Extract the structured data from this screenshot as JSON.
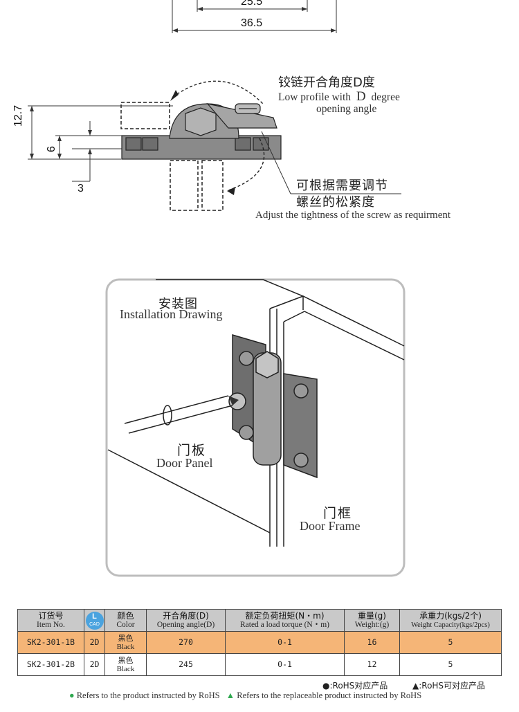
{
  "dimensions": {
    "top_inner": "25.5",
    "top_outer": "36.5",
    "height_total": "12.7",
    "height_mid": "6",
    "offset": "3"
  },
  "angle_note": {
    "cn": "铰链开合角度D度",
    "en_line1": "Low profile with",
    "en_d": "D",
    "en_degree": "degree",
    "en_line2": "opening angle"
  },
  "screw_note": {
    "cn_line1": "可根据需要调节",
    "cn_line2": "螺丝的松紧度",
    "en": "Adjust the tightness of the screw as requirment"
  },
  "install": {
    "title_cn": "安装图",
    "title_en": "Installation Drawing",
    "door_panel_cn": "门板",
    "door_panel_en": "Door Panel",
    "door_frame_cn": "门框",
    "door_frame_en": "Door Frame"
  },
  "table": {
    "headers": [
      {
        "cn": "订货号",
        "en": "Item No."
      },
      {
        "cn": "",
        "en": ""
      },
      {
        "cn": "颜色",
        "en": "Color"
      },
      {
        "cn": "开合角度(D)",
        "en": "Opening angle(D)"
      },
      {
        "cn": "额定负荷扭矩(N・m)",
        "en": "Rated a load torque (N・m)"
      },
      {
        "cn": "重量(g)",
        "en": "Weight:(g)"
      },
      {
        "cn": "承重力(kgs/2个)",
        "en": "Weight Capacity(kgs/2pcs)"
      }
    ],
    "badge_top": "L",
    "badge_bottom": "CAD",
    "rows": [
      {
        "item": "SK2-301-1B",
        "d": "2D",
        "color_cn": "黑色",
        "color_en": "Black",
        "angle": "270",
        "torque": "0-1",
        "weight": "16",
        "capacity": "5",
        "highlight": true
      },
      {
        "item": "SK2-301-2B",
        "d": "2D",
        "color_cn": "黑色",
        "color_en": "Black",
        "angle": "245",
        "torque": "0-1",
        "weight": "12",
        "capacity": "5",
        "highlight": false
      }
    ]
  },
  "legend": {
    "cn_circle": "●:RoHS对应产品",
    "cn_triangle": "▲:RoHS可对应产品",
    "en_circle": "Refers to the product instructed by RoHS",
    "en_triangle": "Refers to the replaceable product instructed by RoHS",
    "circle_color": "#2fa84f",
    "triangle_color": "#2fa84f"
  }
}
